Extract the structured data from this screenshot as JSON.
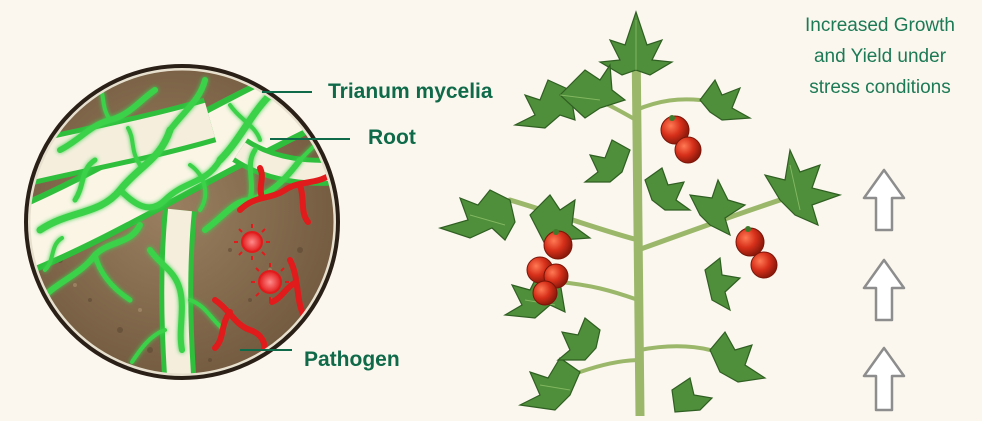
{
  "labels": {
    "mycelia": "Trianum mycelia",
    "root": "Root",
    "pathogen": "Pathogen"
  },
  "claim": {
    "line1": "Increased Growth",
    "line2": "and Yield under",
    "line3": "stress conditions"
  },
  "colors": {
    "background": "#fbf7ee",
    "mycelia": "#3ad14a",
    "pathogen": "#e11b1b",
    "soil": "#8a7051",
    "label_text": "#0f6a4a",
    "leaf": "#4f8e3a",
    "tomato": "#d7301a"
  },
  "icons": [
    "up-arrow-icon"
  ]
}
